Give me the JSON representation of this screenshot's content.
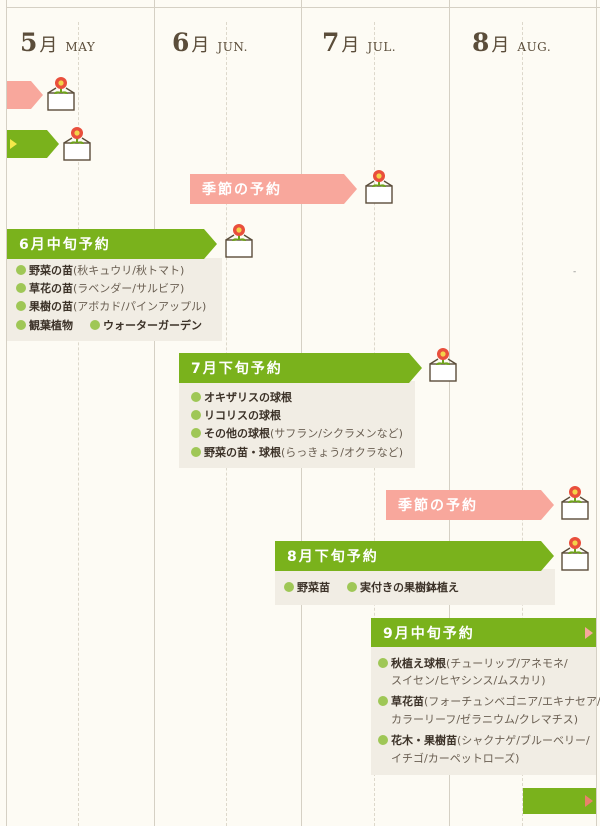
{
  "months": [
    {
      "num": "5",
      "jp": "月",
      "en": "MAY"
    },
    {
      "num": "6",
      "jp": "月",
      "en": "JUN."
    },
    {
      "num": "7",
      "jp": "月",
      "en": "JUL."
    },
    {
      "num": "8",
      "jp": "月",
      "en": "AUG."
    }
  ],
  "arrows": {
    "seasonal_1": "季節の予約",
    "mid_june": "6月中旬予約",
    "late_july": "7月下旬予約",
    "seasonal_2": "季節の予約",
    "late_august": "8月下旬予約",
    "mid_september": "9月中旬予約"
  },
  "mid_june_items": [
    {
      "label": "野菜の苗",
      "detail": "(秋キュウリ/秋トマト)"
    },
    {
      "label": "草花の苗",
      "detail": "(ラベンダー/サルビア)"
    },
    {
      "label": "果樹の苗",
      "detail": "(アボカド/パインアップル)"
    },
    {
      "label": "観葉植物"
    },
    {
      "label": "ウォーターガーデン"
    }
  ],
  "late_july_items": [
    {
      "label": "オキザリスの球根"
    },
    {
      "label": "リコリスの球根"
    },
    {
      "label": "その他の球根",
      "detail": "(サフラン/シクラメンなど)"
    },
    {
      "label": "野菜の苗・球根",
      "detail": "(らっきょう/オクラなど)"
    }
  ],
  "late_august_items": [
    {
      "label": "野菜苗"
    },
    {
      "label": "実付きの果樹鉢植え"
    }
  ],
  "mid_september_items": [
    {
      "label": "秋植え球根",
      "detail": "(チューリップ/アネモネ/",
      "detail2": "スイセン/ヒヤシンス/ムスカリ)"
    },
    {
      "label": "草花苗",
      "detail": "(フォーチュンベゴニア/エキナセア/",
      "detail2": "カラーリーフ/ゼラニウム/クレマチス)"
    },
    {
      "label": "花木・果樹苗",
      "detail": "(シャクナゲ/ブルーベリー/",
      "detail2": "イチゴ/カーペットローズ)"
    }
  ],
  "stray_mark": "-",
  "colors": {
    "pink": "#f8a79c",
    "green": "#7ab21c",
    "dot": "#9fc756",
    "panel": "#f1ede4"
  },
  "icons": {
    "flower_pot": "potted-flower-icon"
  }
}
